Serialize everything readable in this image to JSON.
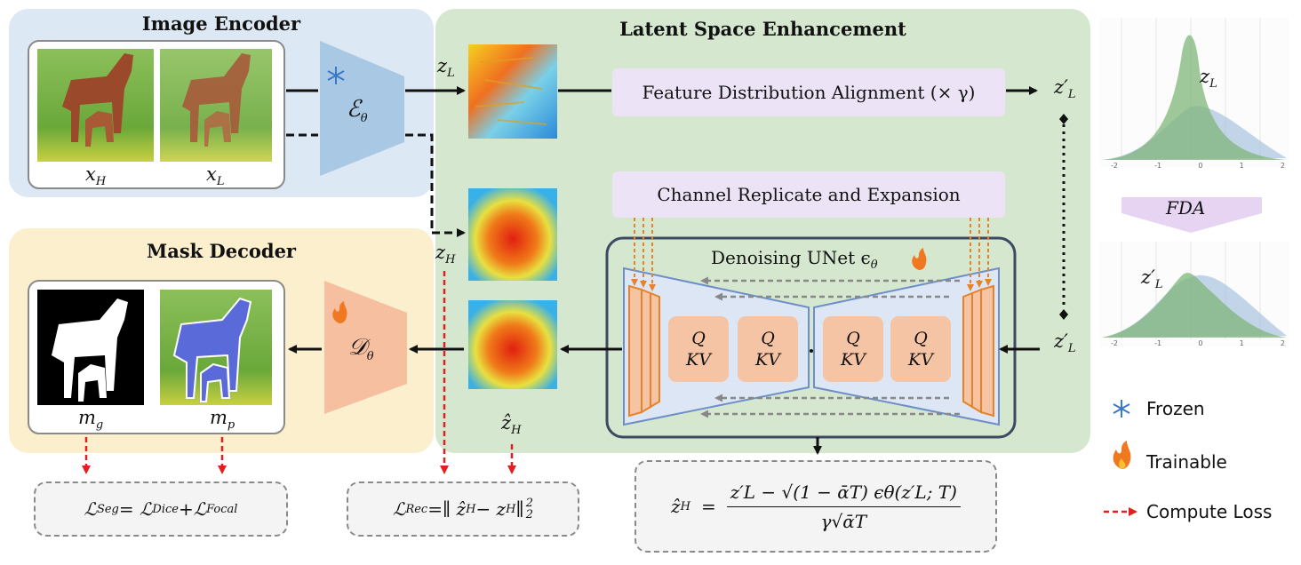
{
  "panels": {
    "image_encoder": "Image Encoder",
    "latent_space": "Latent Space Enhancement",
    "mask_decoder": "Mask Decoder"
  },
  "labels": {
    "x_h": "x",
    "x_h_sub": "H",
    "x_l": "x",
    "x_l_sub": "L",
    "encoder": "ℰ",
    "encoder_sub": "θ",
    "decoder": "𝒟",
    "decoder_sub": "θ",
    "z_l": "z",
    "z_l_sub": "L",
    "z_h": "z",
    "z_h_sub": "H",
    "zhat_h": "ẑ",
    "zhat_h_sub": "H",
    "z_l_prime_top": "z",
    "z_l_prime_top_sub": "L",
    "z_l_prime_bottom": "z",
    "z_l_prime_bottom_sub": "L",
    "m_g": "m",
    "m_g_sub": "g",
    "m_p": "m",
    "m_p_sub": "p"
  },
  "boxes": {
    "fda": "Feature Distribution Alignment (× γ)",
    "cre": "Channel Replicate and Expansion",
    "unet": "Denoising UNet ϵ",
    "unet_sub": "θ"
  },
  "qkv_blocks": [
    {
      "q": "Q",
      "kv": "KV"
    },
    {
      "q": "Q",
      "kv": "KV"
    },
    {
      "q": "Q",
      "kv": "KV"
    },
    {
      "q": "Q",
      "kv": "KV"
    }
  ],
  "losses": {
    "seg": "ℒ",
    "seg_sub": "Seg",
    "seg_rhs": " = ℒ",
    "seg_rhs_sub1": "Dice",
    "seg_plus": "+ℒ",
    "seg_rhs_sub2": "Focal",
    "rec": "ℒ",
    "rec_sub": "Rec",
    "rec_rhs": " =∥ ẑ",
    "rec_rhs_sub": "H",
    "rec_mid": " − z",
    "rec_mid_sub": "H",
    "rec_end": " ∥",
    "rec_sup": "2",
    "rec_sub2": "2",
    "formula_lhs": "ẑ",
    "formula_lhs_sub": "H",
    "formula_eq": "=",
    "formula_num": "z′L − √(1 − ᾱT) ϵθ(z′L; T)",
    "formula_den": "γ√ᾱT"
  },
  "distribution": {
    "top_label": "z",
    "top_label_sub": "L",
    "bottom_label": "z′",
    "bottom_label_sub": "L",
    "arrow_label": "FDA",
    "ticks": [
      "-2",
      "-1",
      "0",
      "1",
      "2"
    ]
  },
  "legend": {
    "frozen": "Frozen",
    "trainable": "Trainable",
    "compute_loss": "Compute Loss"
  },
  "colors": {
    "encoder_panel": "#dce8f3",
    "latent_panel": "#d5e8cf",
    "decoder_panel": "#fcefcd",
    "lavender_box": "#ece4f6",
    "unet_fill": "#dce6f4",
    "orange_block": "#f5c4a4",
    "loss_arrow": "#e02020",
    "green_dist": "#7fb67a",
    "blue_dist": "#a9c3df"
  }
}
